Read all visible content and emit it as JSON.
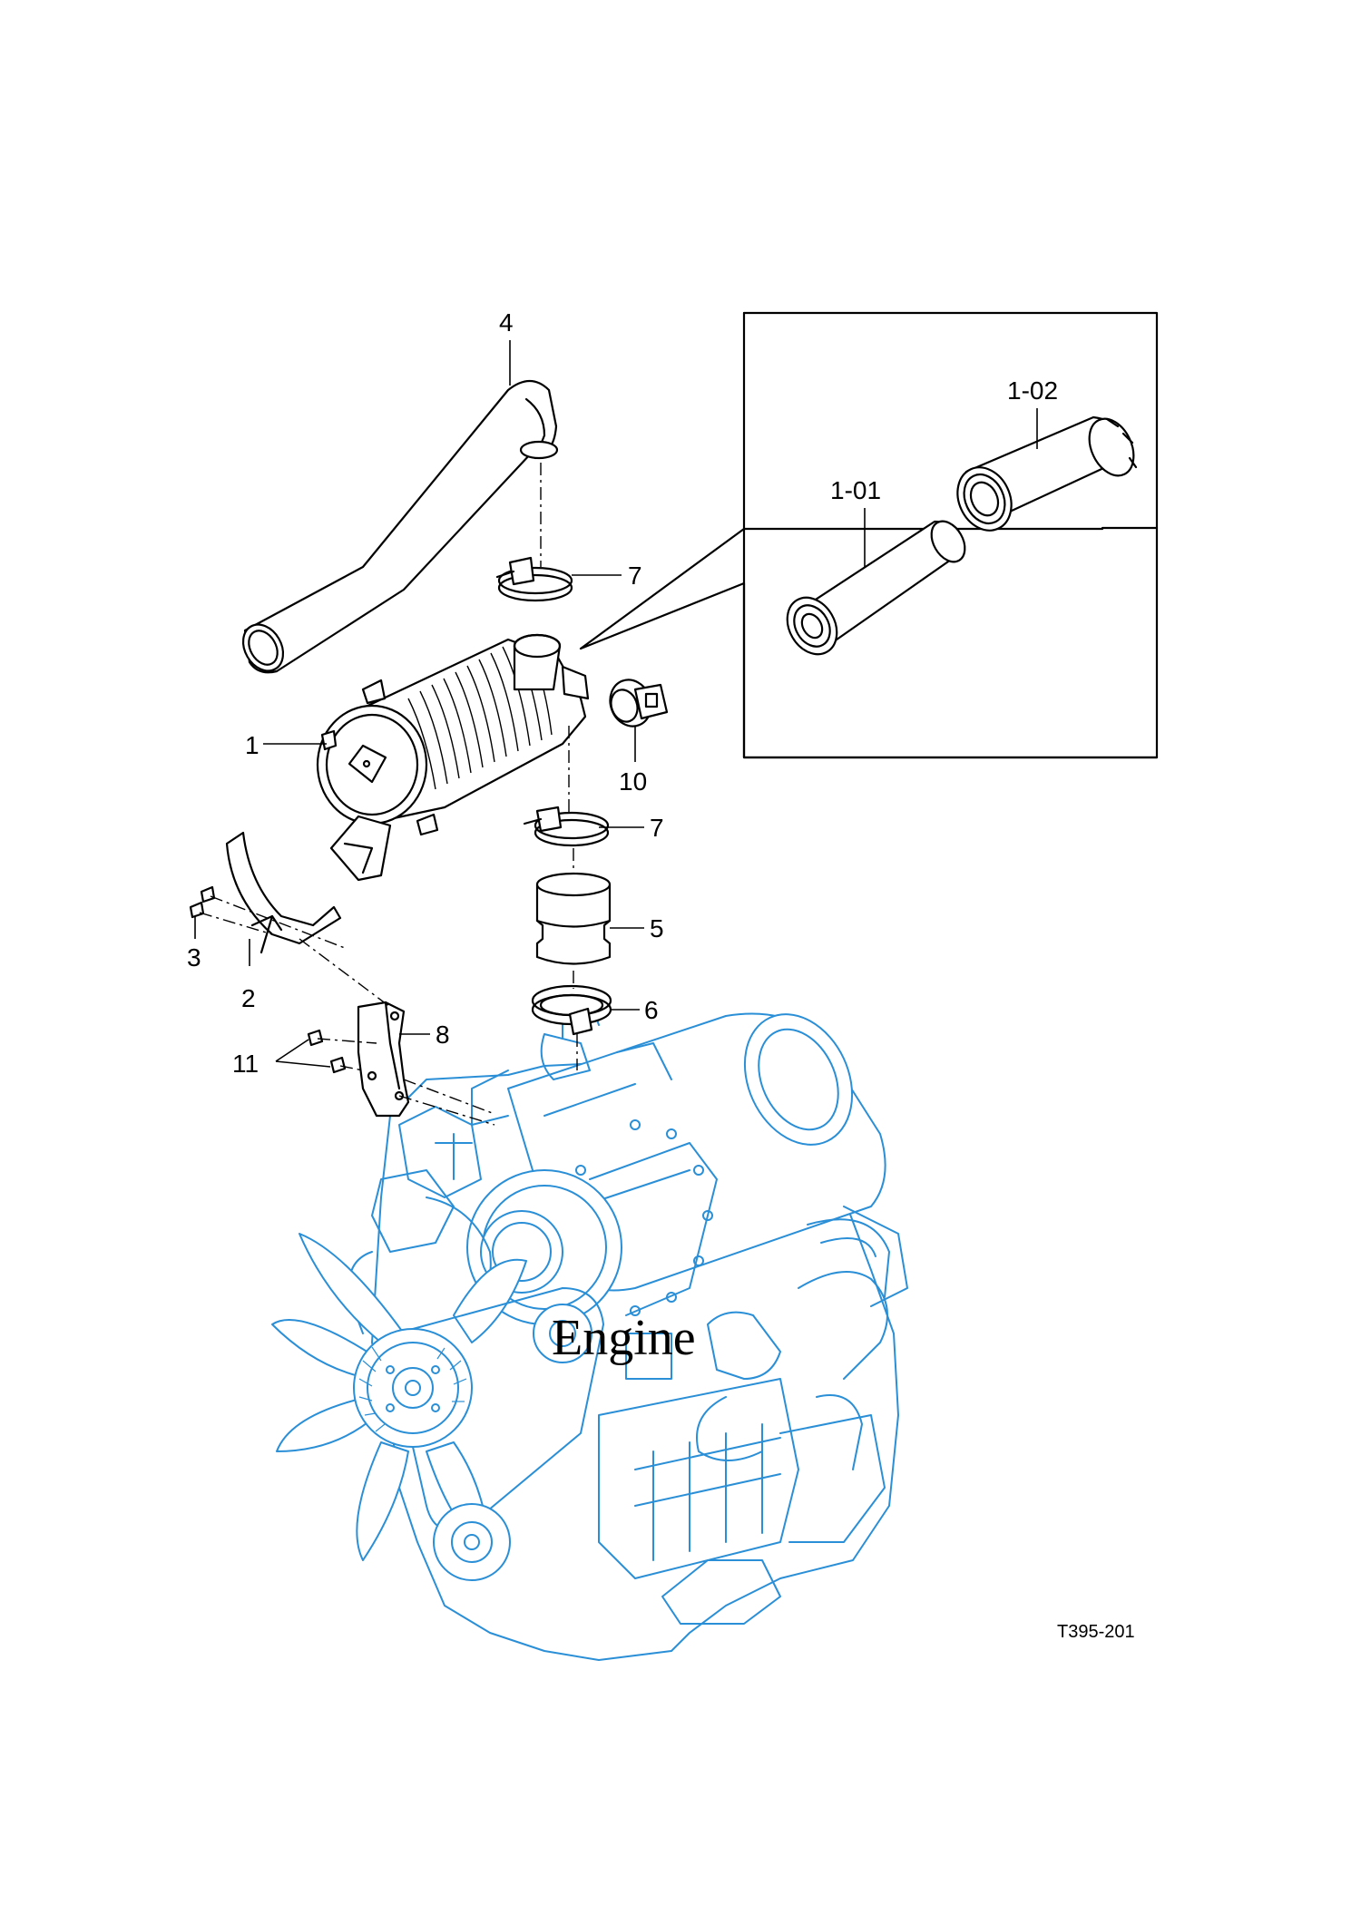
{
  "diagram": {
    "callouts": {
      "c1": "1",
      "c1_01": "1-01",
      "c1_02": "1-02",
      "c2": "2",
      "c3": "3",
      "c4": "4",
      "c5": "5",
      "c6": "6",
      "c7_upper": "7",
      "c7_lower": "7",
      "c8": "8",
      "c10": "10",
      "c11": "11"
    },
    "engine_label": "Engine",
    "figure_ref": "T395-201",
    "colors": {
      "line": "#000000",
      "engine": "#2a8fd6",
      "background": "#ffffff"
    }
  }
}
